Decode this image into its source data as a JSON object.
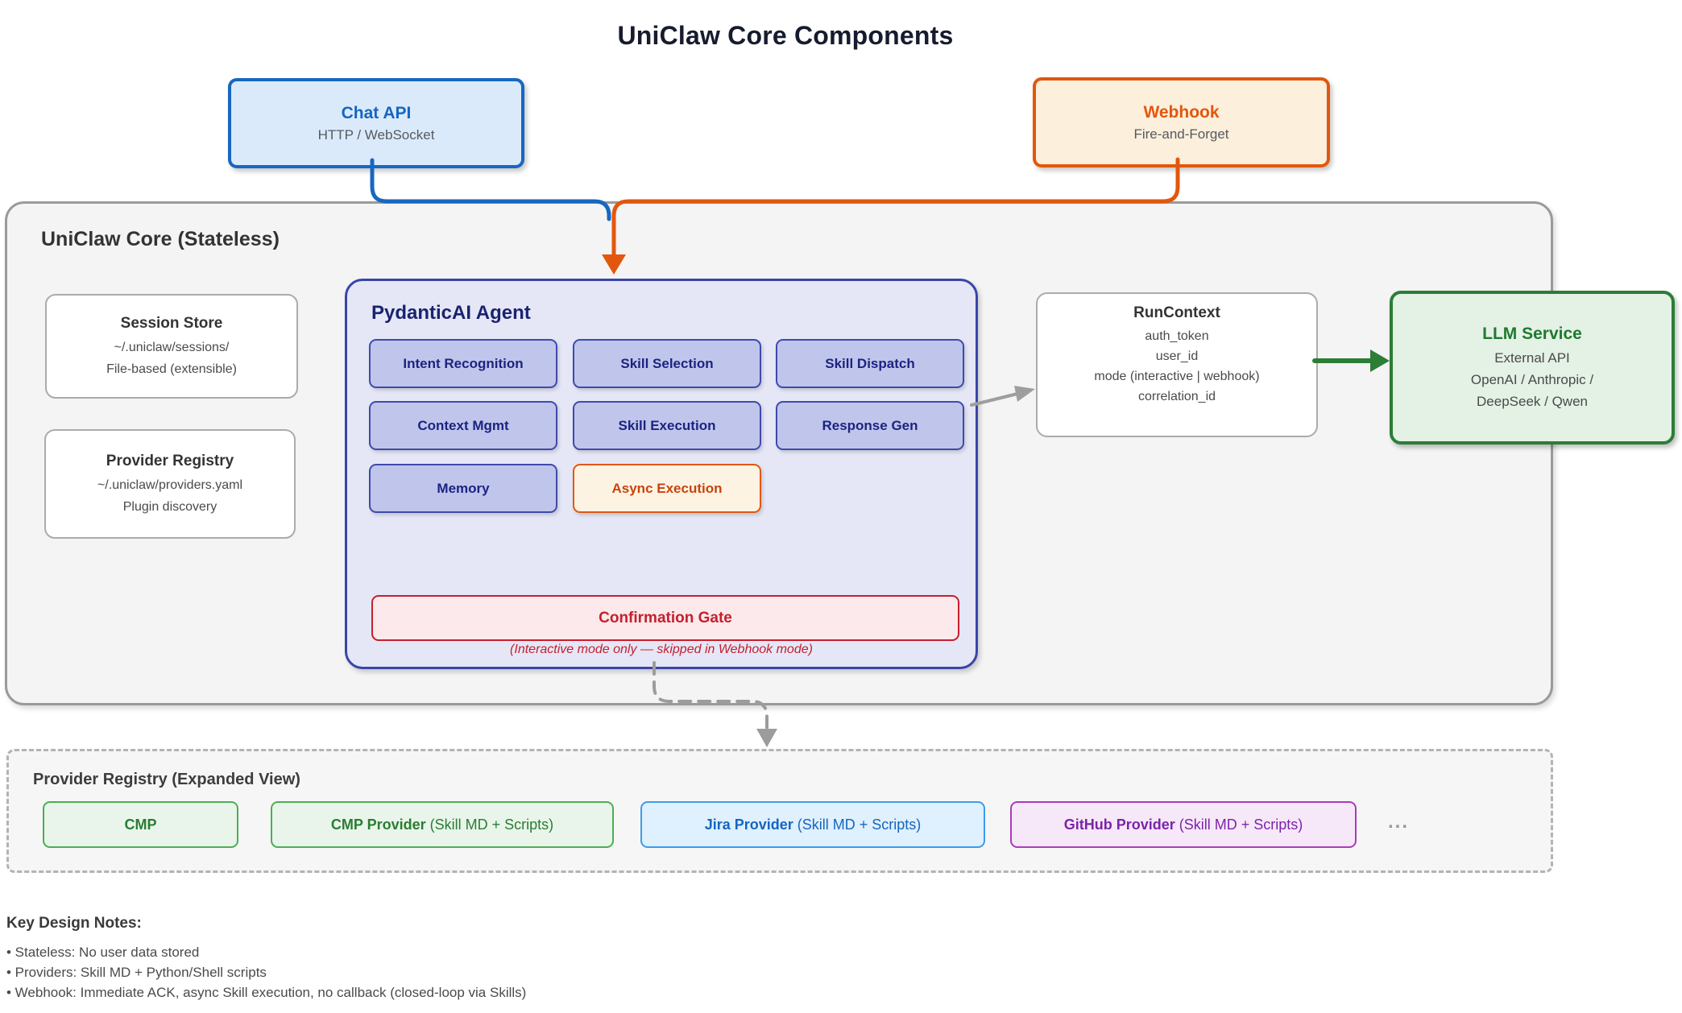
{
  "title": "UniClaw Core Components",
  "colors": {
    "blue_accent": "#1667C1",
    "blue_fill": "#DBEAFB",
    "orange_accent": "#E2570D",
    "orange_fill": "#FCEFDC",
    "navy_accent": "#3945A8",
    "navy_text": "#1B2480",
    "agent_fill": "#E5E7F6",
    "module_fill": "#C0C5EC",
    "red_accent": "#C4202E",
    "red_fill": "#FCE9EB",
    "green_accent": "#2C7D36",
    "green_fill": "#E4F1E5",
    "purple_accent": "#A93CB8",
    "gray_border": "#9A9A9A",
    "core_fill": "#F4F4F5"
  },
  "chat_api": {
    "title": "Chat API",
    "subtitle": "HTTP / WebSocket"
  },
  "webhook": {
    "title": "Webhook",
    "subtitle": "Fire-and-Forget"
  },
  "core": {
    "label": "UniClaw Core (Stateless)",
    "session_store": {
      "title": "Session Store",
      "line1": "~/.uniclaw/sessions/",
      "line2": "File-based (extensible)"
    },
    "provider_registry": {
      "title": "Provider Registry",
      "line1": "~/.uniclaw/providers.yaml",
      "line2": "Plugin discovery"
    },
    "agent": {
      "title": "PydanticAI Agent",
      "modules": [
        "Intent Recognition",
        "Skill Selection",
        "Skill Dispatch",
        "Context Mgmt",
        "Skill Execution",
        "Response Gen",
        "Memory"
      ],
      "async_module": "Async Execution",
      "gate_label": "Confirmation Gate",
      "gate_note": "(Interactive mode only — skipped in Webhook mode)"
    },
    "runcontext": {
      "title": "RunContext",
      "fields": [
        "auth_token",
        "user_id",
        "mode (interactive | webhook)",
        "correlation_id"
      ]
    },
    "llm_service": {
      "title": "LLM Service",
      "lines": [
        "External API",
        "OpenAI / Anthropic /",
        "DeepSeek / Qwen"
      ]
    }
  },
  "expanded": {
    "label": "Provider Registry (Expanded View)",
    "items": [
      {
        "name": "CMP",
        "suffix": ""
      },
      {
        "name": "CMP Provider",
        "suffix": " (Skill MD + Scripts)"
      },
      {
        "name": "Jira Provider",
        "suffix": " (Skill MD + Scripts)"
      },
      {
        "name": "GitHub Provider",
        "suffix": " (Skill MD + Scripts)"
      }
    ],
    "more": "..."
  },
  "notes": {
    "title": "Key Design Notes:",
    "items": [
      "• Stateless: No user data stored",
      "• Providers: Skill MD + Python/Shell scripts",
      "• Webhook: Immediate ACK, async Skill execution, no callback (closed-loop via Skills)"
    ]
  }
}
